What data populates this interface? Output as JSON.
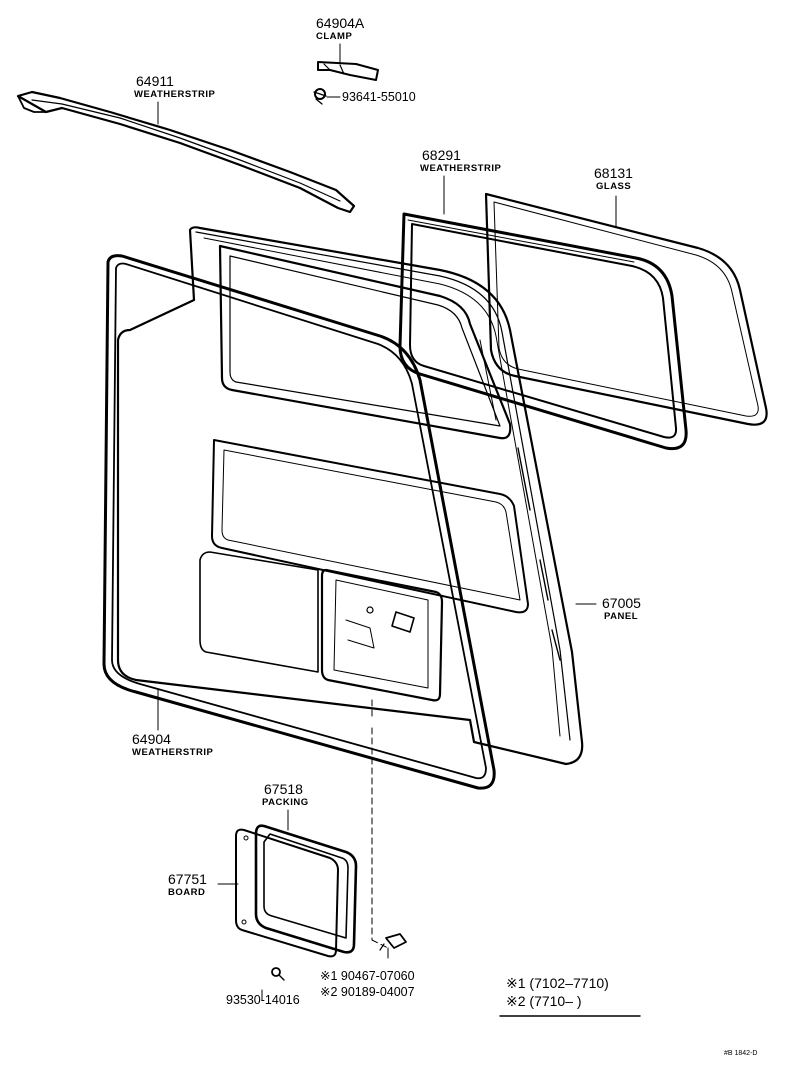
{
  "parts": {
    "p64904a": {
      "number": "64904A",
      "name": "CLAMP"
    },
    "p93641": {
      "number": "93641-55010"
    },
    "p64911": {
      "number": "64911",
      "name": "WEATHERSTRIP"
    },
    "p68291": {
      "number": "68291",
      "name": "WEATHERSTRIP"
    },
    "p68131": {
      "number": "68131",
      "name": "GLASS"
    },
    "p67005": {
      "number": "67005",
      "name": "PANEL"
    },
    "p64904": {
      "number": "64904",
      "name": "WEATHERSTRIP"
    },
    "p67518": {
      "number": "67518",
      "name": "PACKING"
    },
    "p67751": {
      "number": "67751",
      "name": "BOARD"
    },
    "p93530": {
      "number": "93530-14016"
    },
    "p90467": {
      "number": "※1 90467-07060"
    },
    "p90189": {
      "number": "※2 90189-04007"
    }
  },
  "legend": {
    "line1": "※1 (7102–7710)",
    "line2": "※2 (7710–        )"
  },
  "footer_code": "#B 1842-D",
  "colors": {
    "ink": "#000000",
    "paper": "#ffffff"
  }
}
